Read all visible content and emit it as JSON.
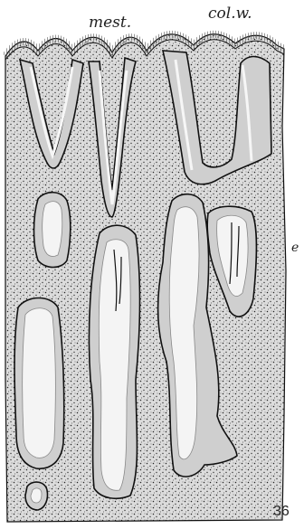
{
  "labels": {
    "mest": "mest.",
    "colw": "col.w.",
    "edge_letter": "e",
    "figure_number": "36"
  }
}
